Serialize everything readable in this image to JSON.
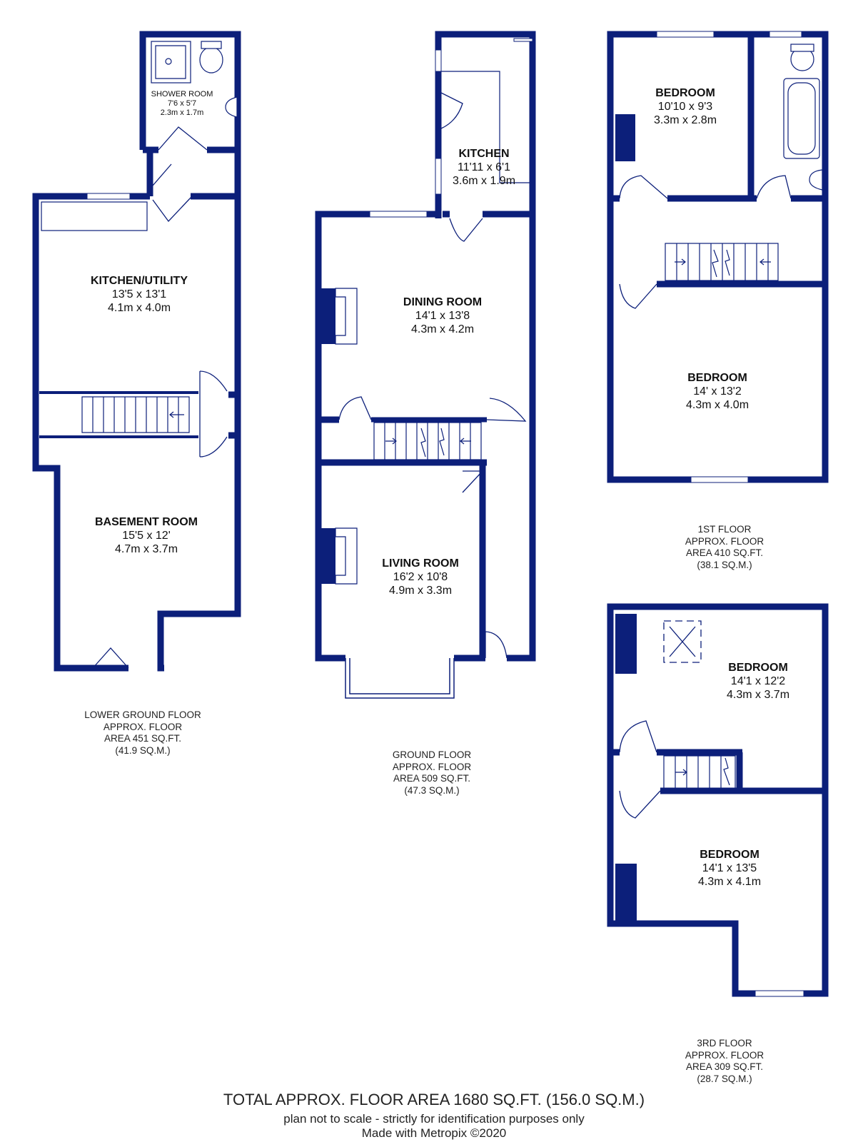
{
  "rooms": {
    "shower_room": {
      "name": "SHOWER ROOM",
      "imperial": "7'6 x 5'7",
      "metric": "2.3m x 1.7m"
    },
    "kitchen_utility": {
      "name": "KITCHEN/UTILITY",
      "imperial": "13'5 x 13'1",
      "metric": "4.1m x 4.0m"
    },
    "basement_room": {
      "name": "BASEMENT ROOM",
      "imperial": "15'5 x 12'",
      "metric": "4.7m x 3.7m"
    },
    "kitchen": {
      "name": "KITCHEN",
      "imperial": "11'11 x 6'1",
      "metric": "3.6m x 1.9m"
    },
    "dining_room": {
      "name": "DINING ROOM",
      "imperial": "14'1 x 13'8",
      "metric": "4.3m x 4.2m"
    },
    "living_room": {
      "name": "LIVING ROOM",
      "imperial": "16'2 x 10'8",
      "metric": "4.9m x 3.3m"
    },
    "bedroom_1f_small": {
      "name": "BEDROOM",
      "imperial": "10'10 x 9'3",
      "metric": "3.3m x 2.8m"
    },
    "bedroom_1f_large": {
      "name": "BEDROOM",
      "imperial": "14' x 13'2",
      "metric": "4.3m x 4.0m"
    },
    "bedroom_3f_upper": {
      "name": "BEDROOM",
      "imperial": "14'1 x 12'2",
      "metric": "4.3m x 3.7m"
    },
    "bedroom_3f_lower": {
      "name": "BEDROOM",
      "imperial": "14'1 x 13'5",
      "metric": "4.3m x 4.1m"
    }
  },
  "floors": {
    "lower_ground": {
      "line1": "LOWER GROUND FLOOR",
      "line2": "APPROX. FLOOR",
      "line3": "AREA 451 SQ.FT.",
      "line4": "(41.9 SQ.M.)"
    },
    "ground": {
      "line1": "GROUND FLOOR",
      "line2": "APPROX. FLOOR",
      "line3": "AREA 509 SQ.FT.",
      "line4": "(47.3 SQ.M.)"
    },
    "first": {
      "line1": "1ST FLOOR",
      "line2": "APPROX. FLOOR",
      "line3": "AREA 410 SQ.FT.",
      "line4": "(38.1 SQ.M.)"
    },
    "third": {
      "line1": "3RD FLOOR",
      "line2": "APPROX. FLOOR",
      "line3": "AREA 309 SQ.FT.",
      "line4": "(28.7 SQ.M.)"
    }
  },
  "footer": {
    "total": "TOTAL APPROX. FLOOR AREA 1680 SQ.FT. (156.0 SQ.M.)",
    "disclaimer": "plan not to scale - strictly for identification purposes only",
    "credit": "Made with Metropix ©2020"
  },
  "colors": {
    "wall": "#0c1f7a",
    "window": "#ffffff",
    "fixture": "#0c1f7a"
  }
}
